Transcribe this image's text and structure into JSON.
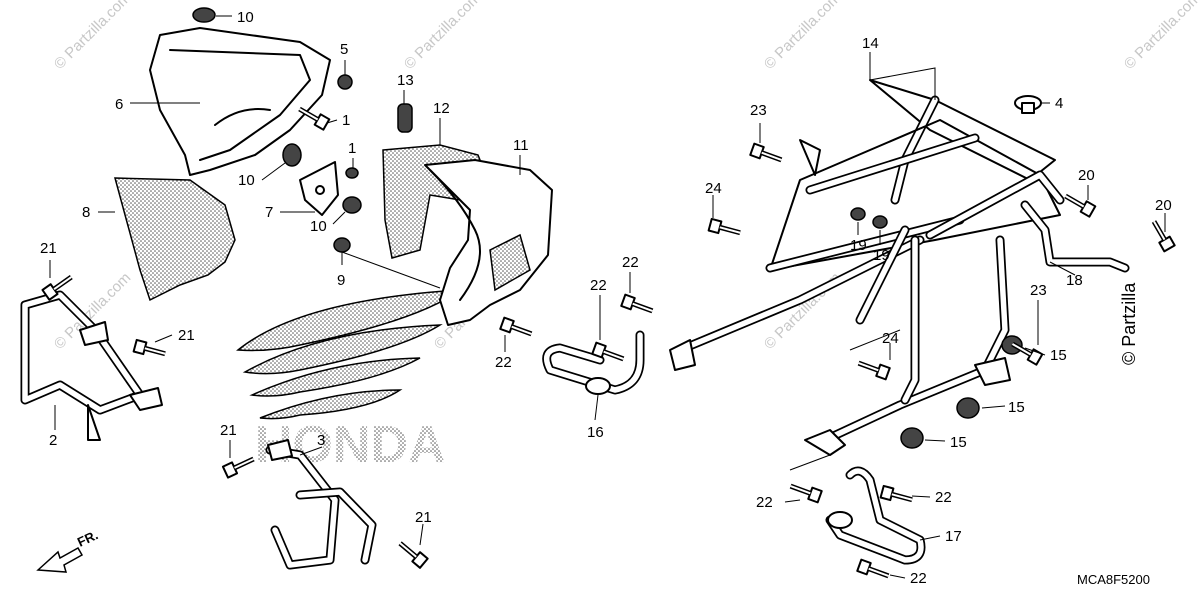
{
  "diagram": {
    "code": "MCA8F5200",
    "front_marker": "FR.",
    "emblem_text": "HONDA",
    "watermark": "© Partzilla.com",
    "watermark_side": "© Partzilla",
    "callouts": {
      "c10a": "10",
      "c6": "6",
      "c5": "5",
      "c1a": "1",
      "c13": "13",
      "c12": "12",
      "c1b": "1",
      "c11": "11",
      "c10b": "10",
      "c7": "7",
      "c10c": "10",
      "c8": "8",
      "c9": "9",
      "c21a": "21",
      "c21b": "21",
      "c2": "2",
      "c21c": "21",
      "c3": "3",
      "c21d": "21",
      "c22a": "22",
      "c22b": "22",
      "c22c": "22",
      "c16": "16",
      "c14": "14",
      "c4": "4",
      "c23a": "23",
      "c24a": "24",
      "c19a": "19",
      "c19b": "19",
      "c20a": "20",
      "c20b": "20",
      "c18": "18",
      "c23b": "23",
      "c24b": "24",
      "c15a": "15",
      "c15b": "15",
      "c15c": "15",
      "c22d": "22",
      "c22e": "22",
      "c17": "17",
      "c22f": "22"
    }
  }
}
